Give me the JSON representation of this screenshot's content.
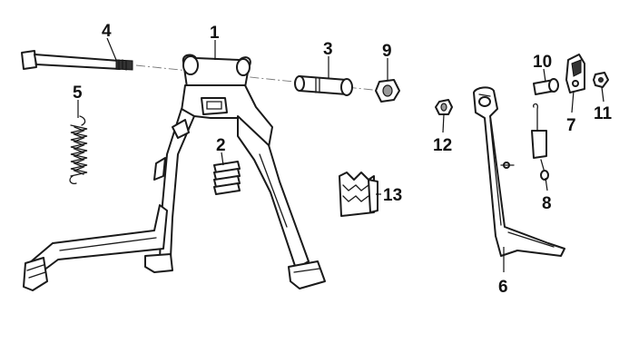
{
  "diagram": {
    "callouts": [
      "1",
      "2",
      "3",
      "4",
      "5",
      "6",
      "7",
      "8",
      "9",
      "10",
      "11",
      "12",
      "13"
    ]
  },
  "parts": [
    {
      "callout": "1",
      "icon": "main-stand-icon"
    },
    {
      "callout": "2",
      "icon": "rubber-pad-icon"
    },
    {
      "callout": "3",
      "icon": "collar-icon"
    },
    {
      "callout": "4",
      "icon": "bolt-icon"
    },
    {
      "callout": "5",
      "icon": "spring-icon"
    },
    {
      "callout": "6",
      "icon": "side-stand-icon"
    },
    {
      "callout": "7",
      "icon": "bracket-icon"
    },
    {
      "callout": "8",
      "icon": "spring-icon"
    },
    {
      "callout": "9",
      "icon": "nut-icon"
    },
    {
      "callout": "10",
      "icon": "bolt-icon"
    },
    {
      "callout": "11",
      "icon": "nut-icon"
    },
    {
      "callout": "12",
      "icon": "nut-icon"
    },
    {
      "callout": "13",
      "icon": "rubber-stopper-icon"
    }
  ]
}
